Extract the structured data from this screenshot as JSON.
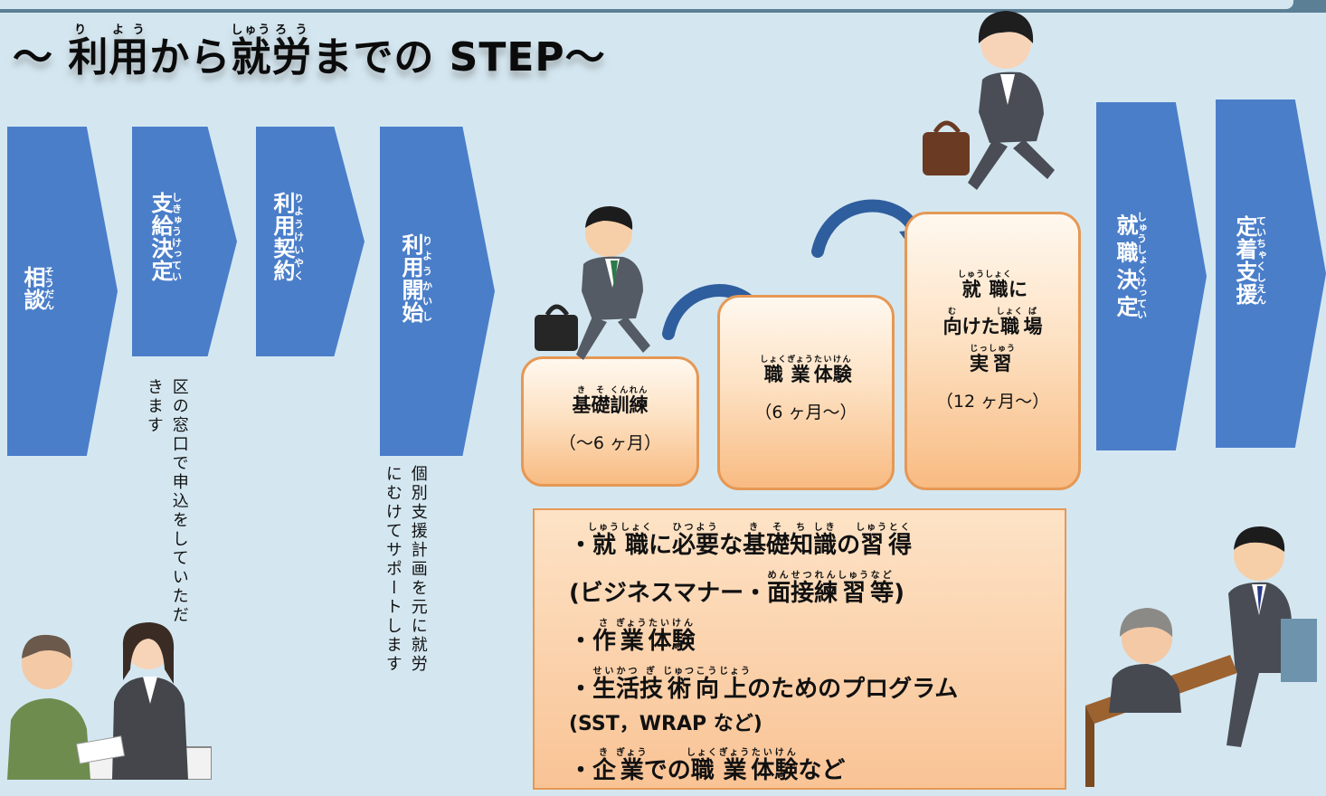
{
  "header": {
    "title_parts": [
      "〜",
      "利",
      "用",
      "から",
      "就",
      "労",
      "までの STEP〜"
    ],
    "title_ruby": [
      "り",
      "よう",
      "しゅう",
      "ろう"
    ]
  },
  "flow": {
    "soudan": {
      "k1": "相",
      "k2": "談",
      "r1": "そう",
      "r2": "だん"
    },
    "shikyu": {
      "text": "支給決定",
      "ruby": "しきゅうけってい"
    },
    "riyo_keiyaku": {
      "text": "利用契約",
      "ruby": "りようけいやく"
    },
    "riyo_kaishi": {
      "text": "利用開始",
      "ruby": "りようかいし"
    },
    "shushoku": {
      "text": "就職決定",
      "ruby": "しゅうしょくけってい"
    },
    "teichaku": {
      "text": "定着支援",
      "ruby": "ていちゃくしえん"
    }
  },
  "notes": {
    "shikyu": "区の窓口で申込をしていただ\nきます",
    "kaishi": "個別支援計画を元に就労\nにむけてサポートします"
  },
  "steps": {
    "kiso": {
      "k1": "基",
      "k2": "礎",
      "k3": "訓",
      "k4": "練",
      "r1": "き",
      "r2": "そ",
      "r3": "くん",
      "r4": "れん",
      "duration": "（〜6 ヶ月）"
    },
    "taiken": {
      "k1": "職",
      "k2": "業",
      "k3": "体",
      "k4": "験",
      "r1": "しょく",
      "r2": "ぎょう",
      "r3": "たい",
      "r4": "けん",
      "duration": "（6 ヶ月〜）"
    },
    "jisshu": {
      "k1": "就",
      "k2": "職",
      "k3": "に",
      "k4": "向",
      "k5": "けた",
      "k6": "職",
      "k7": "場",
      "k8": "実",
      "k9": "習",
      "r1": "しゅう",
      "r2": "しょく",
      "r4": "む",
      "r6": "しょく",
      "r7": "ば",
      "r8": "じっ",
      "r9": "しゅう",
      "duration": "（12 ヶ月〜）"
    }
  },
  "contents": {
    "i1": {
      "p0": "・",
      "k1": "就",
      "k2": "職",
      "p1": "に",
      "k3": "必",
      "k4": "要",
      "p2": "な",
      "k5": "基",
      "k6": "礎",
      "k7": "知",
      "k8": "識",
      "p3": "の",
      "k9": "習",
      "k10": "得",
      "r1": "しゅう",
      "r2": "しょく",
      "r3": "ひつ",
      "r4": "よう",
      "r5": "き",
      "r6": "そ",
      "r7": "ち",
      "r8": "しき",
      "r9": "しゅう",
      "r10": "とく"
    },
    "i2": {
      "p0": "(ビジネスマナー・",
      "k1": "面",
      "k2": "接",
      "k3": "練",
      "k4": "習",
      "k5": "等",
      "p1": ")",
      "r1": "めん",
      "r2": "せつ",
      "r3": "れん",
      "r4": "しゅう",
      "r5": "など"
    },
    "i3": {
      "p0": "・",
      "k1": "作",
      "k2": "業",
      "k3": "体",
      "k4": "験",
      "r1": "さ",
      "r2": "ぎょう",
      "r3": "たい",
      "r4": "けん"
    },
    "i4": {
      "p0": "・",
      "k1": "生",
      "k2": "活",
      "k3": "技",
      "k4": "術",
      "k5": "向",
      "k6": "上",
      "p1": "のためのプログラム",
      "r1": "せい",
      "r2": "かつ",
      "r3": "ぎ",
      "r4": "じゅつ",
      "r5": "こう",
      "r6": "じょう"
    },
    "i5": {
      "text": "(SST，WRAP など)"
    },
    "i6": {
      "p0": "・",
      "k1": "企",
      "k2": "業",
      "p1": "での",
      "k3": "職",
      "k4": "業",
      "k5": "体",
      "k6": "験",
      "p2": "など",
      "r1": "き",
      "r2": "ぎょう",
      "r3": "しょく",
      "r4": "ぎょう",
      "r5": "たい",
      "r6": "けん"
    }
  },
  "colors": {
    "chevron": "#4a7ec9",
    "arrow": "#2f5e9e",
    "box_border": "#e59855",
    "background": "#d4e7f1"
  },
  "icons": [
    "consultation-illustration",
    "running-man-illustration",
    "running-woman-illustration",
    "interview-illustration",
    "curved-arrow-icon"
  ]
}
